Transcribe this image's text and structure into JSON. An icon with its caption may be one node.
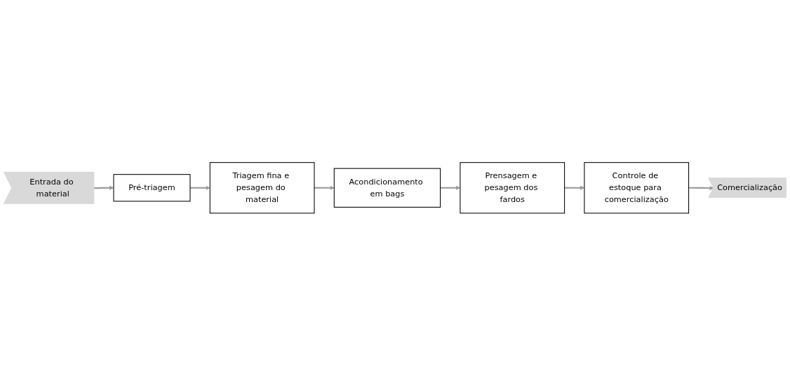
{
  "diagram": {
    "nodes": [
      {
        "text": [
          "Entrada do material"
        ]
      },
      {
        "text": [
          "Pré-triagem"
        ]
      },
      {
        "text": [
          "Triagem fina e pesagem do material"
        ]
      },
      {
        "text": [
          "Acondicionamento em bags"
        ]
      },
      {
        "text": [
          "Prensagem e pesagem dos fardos"
        ]
      },
      {
        "text": [
          "Controle de estoque para comercialização"
        ]
      },
      {
        "text": [
          "Comercialização"
        ]
      }
    ],
    "edges": [
      {
        "from": 0,
        "to": 1,
        "arrow": "to"
      },
      {
        "from": 1,
        "to": 2,
        "arrow": "to"
      },
      {
        "from": 2,
        "to": 3,
        "arrow": "to"
      },
      {
        "from": 3,
        "to": 4,
        "arrow": "to"
      },
      {
        "from": 4,
        "to": 5,
        "arrow": "to"
      },
      {
        "from": 5,
        "to": 6,
        "arrow": "to"
      }
    ]
  }
}
